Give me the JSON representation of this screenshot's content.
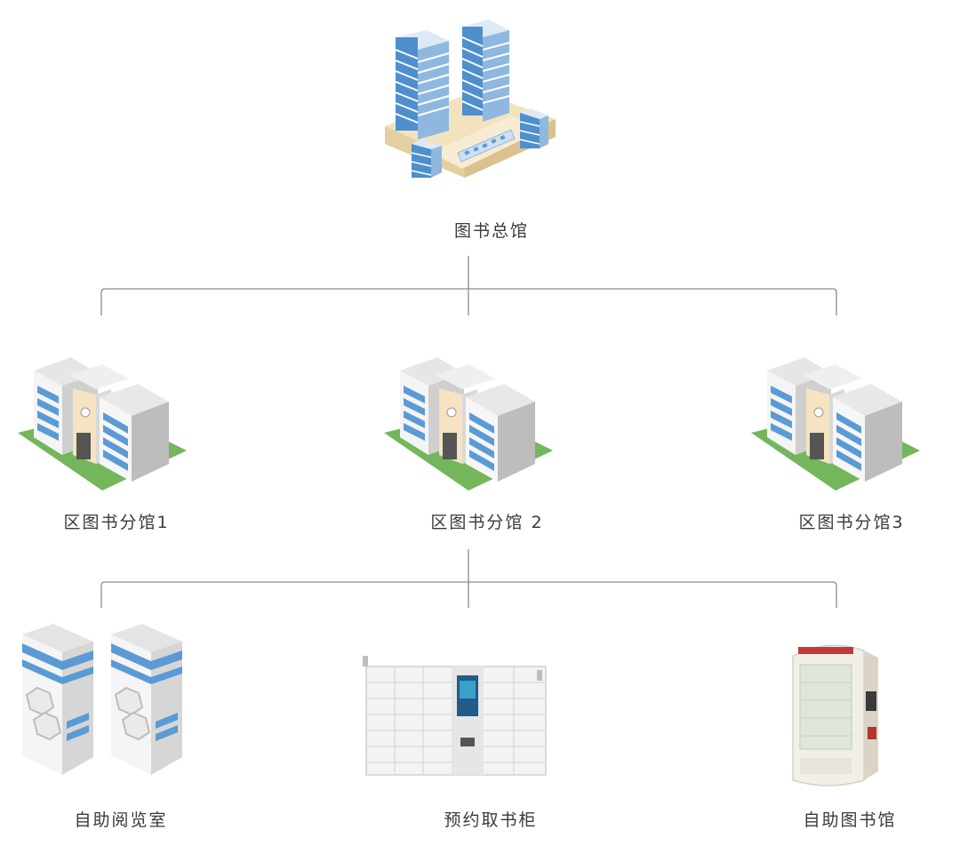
{
  "nodes": {
    "headquarters": {
      "label": "图书总馆"
    },
    "branches": [
      {
        "label": "区图书分馆1"
      },
      {
        "label": "区图书分馆 2"
      },
      {
        "label": "区图书分馆3"
      }
    ],
    "services": [
      {
        "label": "自助阅览室"
      },
      {
        "label": "预约取书柜"
      },
      {
        "label": "自助图书馆"
      }
    ]
  },
  "colors": {
    "connector": "#8c8c8c",
    "glass_blue": "#5b9bd5",
    "roof_beige": "#f0dfb8",
    "lawn_green": "#74b65c"
  }
}
